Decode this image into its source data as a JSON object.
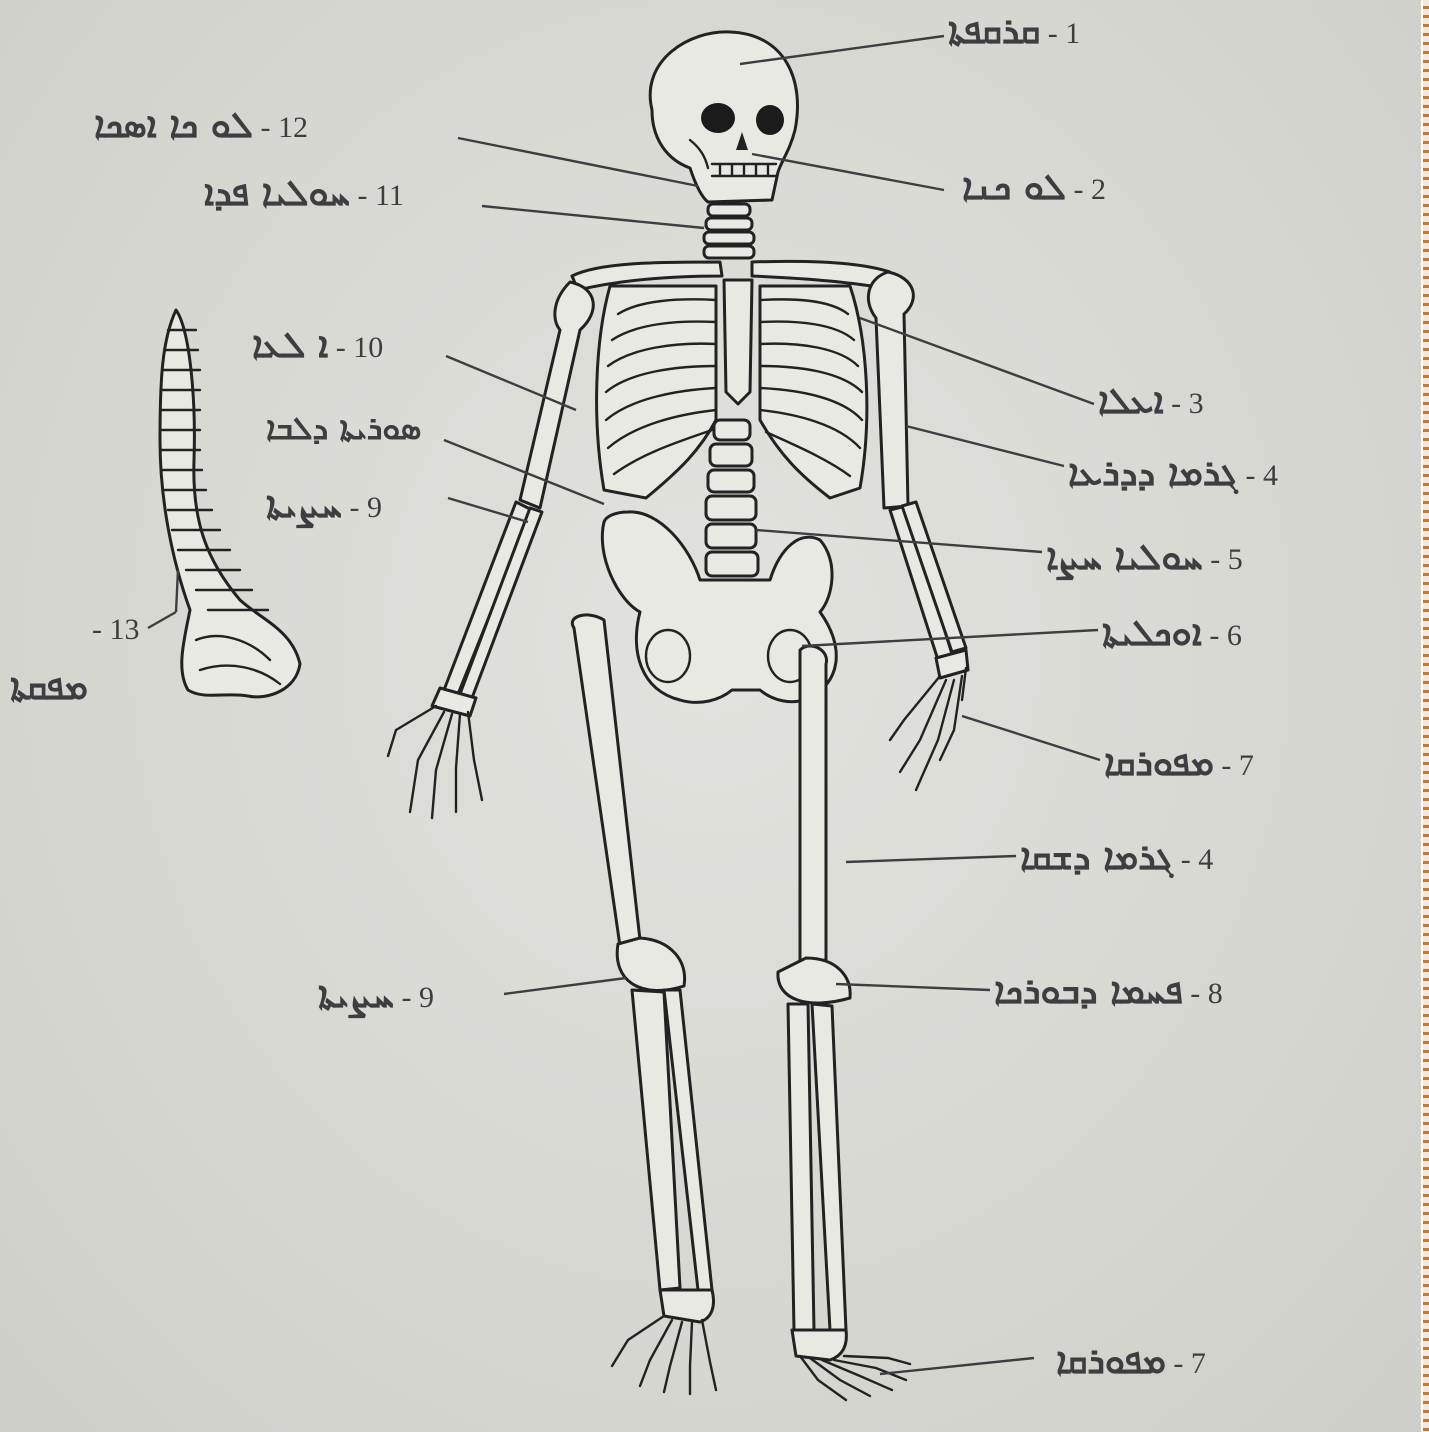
{
  "labels": [
    {
      "id": "1",
      "number": "1",
      "text": "ܩܪܩܦܬܐ"
    },
    {
      "id": "2",
      "number": "2",
      "text": "ܠܘ ܟܢܐ"
    },
    {
      "id": "3",
      "number": "3",
      "text": "ܐܥܠܐ"
    },
    {
      "id": "4a",
      "number": "4",
      "text": "ܓܪܡܐ ܕܕܪܥܐ"
    },
    {
      "id": "5",
      "number": "5",
      "text": "ܚܘܠܝܐ ܚܨܐ"
    },
    {
      "id": "6",
      "number": "6",
      "text": "ܐܘܟܠܝܬܐ"
    },
    {
      "id": "7a",
      "number": "7",
      "text": "ܡܦܘܪܩܐ"
    },
    {
      "id": "4b",
      "number": "4",
      "text": "ܓܪܡܐ ܕܫܩܐ"
    },
    {
      "id": "8",
      "number": "8",
      "text": "ܦܚܡܐ ܕܒܘܪܟܐ"
    },
    {
      "id": "7b",
      "number": "7",
      "text": "ܡܦܘܪܩܐ"
    },
    {
      "id": "9b",
      "number": "9",
      "text": "ܚܨܝܬܐ"
    },
    {
      "id": "9a",
      "number": "9",
      "text": "ܚܨܝܬܐ"
    },
    {
      "id": "10",
      "number": "10",
      "text": "ܐ ܠܥܐ",
      "sub": "ܣܘܪܝܬܐ ܕܠܒܐ"
    },
    {
      "id": "11",
      "number": "11",
      "text": "ܚܘܠܝܐ ܦܕܐ"
    },
    {
      "id": "12",
      "number": "12",
      "text": "ܠܘ ܟܐ ܐܣܟܐ"
    },
    {
      "id": "13",
      "number": "13",
      "text": "ܡܦܩܬܐ"
    }
  ]
}
